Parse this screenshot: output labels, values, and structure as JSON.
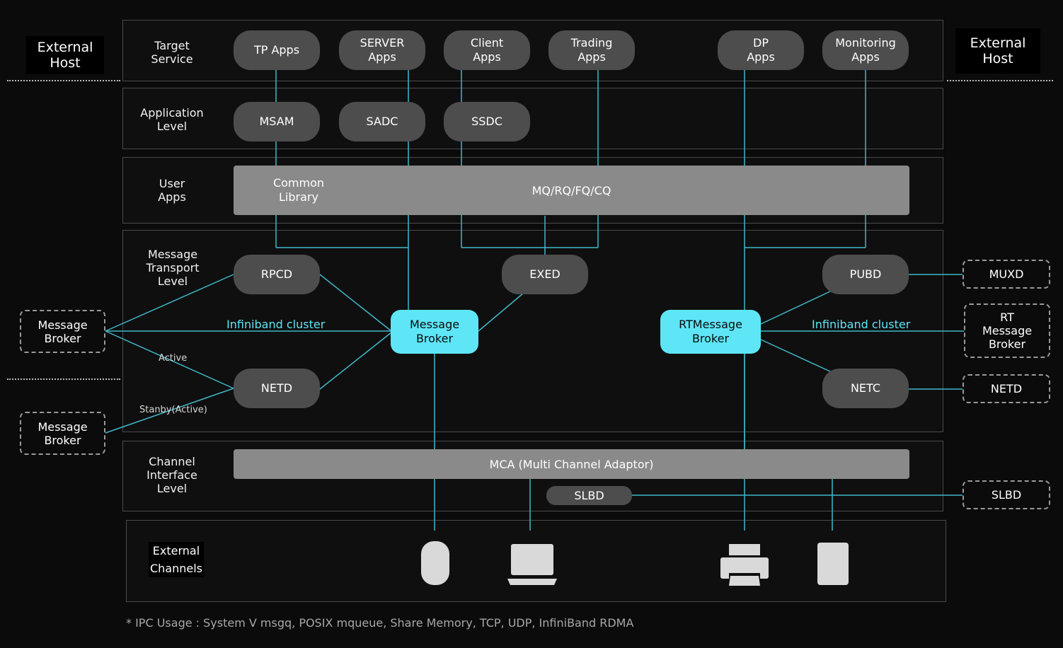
{
  "external_host_left": "External\nHost",
  "external_host_right": "External\nHost",
  "layers": {
    "target_service": "Target\nService",
    "application_level": "Application\nLevel",
    "user_apps": "User\nApps",
    "message_transport": "Message\nTransport\nLevel",
    "channel_interface": "Channel\nInterface\nLevel",
    "external_channels": "External\nChannels"
  },
  "target_apps": {
    "tp": "TP Apps",
    "server": "SERVER\nApps",
    "client": "Client\nApps",
    "trading": "Trading\nApps",
    "dp": "DP\nApps",
    "monitoring": "Monitoring\nApps"
  },
  "app_level": {
    "msam": "MSAM",
    "sadc": "SADC",
    "ssdc": "SSDC"
  },
  "user_apps_bar": {
    "common_library": "Common\nLibrary",
    "queues": "MQ/RQ/FQ/CQ"
  },
  "transport": {
    "rpcd": "RPCD",
    "exed": "EXED",
    "pubd": "PUBD",
    "netd": "NETD",
    "netc": "NETC",
    "message_broker": "Message\nBroker",
    "rt_message_broker": "RTMessage\nBroker",
    "infiniband_left": "Infiniband cluster",
    "infiniband_right": "Infiniband cluster",
    "active": "Active",
    "standby": "Stanby(Active)"
  },
  "left_external": {
    "broker_top": "Message\nBroker",
    "broker_bottom": "Message\nBroker"
  },
  "right_external": {
    "muxd": "MUXD",
    "rt_broker": "RT\nMessage\nBroker",
    "netd": "NETD",
    "slbd": "SLBD"
  },
  "channel_interface": {
    "mca": "MCA (Multi Channel Adaptor)",
    "slbd": "SLBD"
  },
  "devices": [
    "mouse-icon",
    "laptop-icon",
    "printer-icon",
    "tablet-icon"
  ],
  "footer": "* IPC Usage : System V msgq, POSIX mqueue, Share Memory, TCP, UDP, InfiniBand RDMA",
  "colors": {
    "accent": "#5ee6f7",
    "pill": "#4d4d4d",
    "bar": "#8a8a8a",
    "line": "#3fb8c8"
  }
}
